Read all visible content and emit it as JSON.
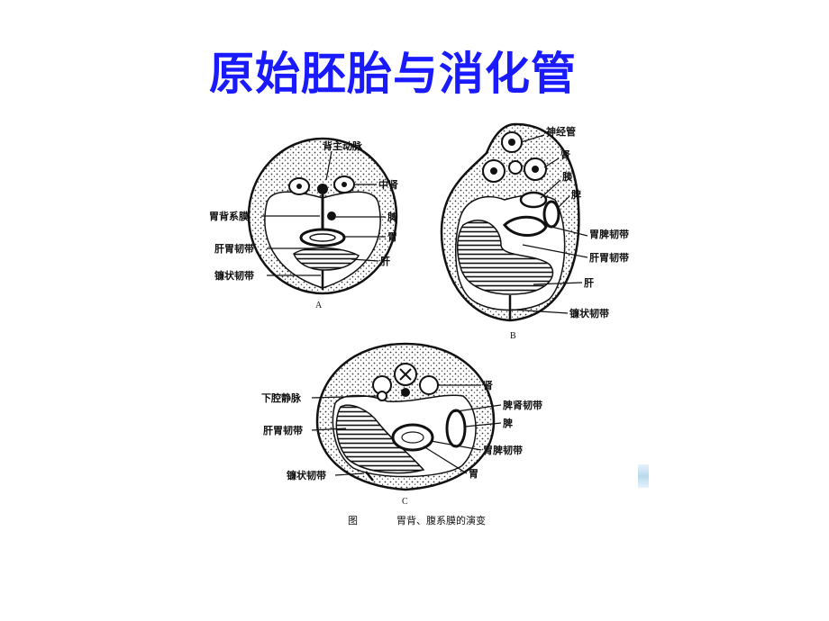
{
  "title": "原始胚胎与消化管",
  "panels": {
    "A": {
      "letter": "A",
      "labels": [
        "背主动脉",
        "中肾",
        "胃背系膜",
        "脾",
        "胃",
        "肝胃韧带",
        "肝",
        "镰状韧带"
      ]
    },
    "B": {
      "letter": "B",
      "labels": [
        "神经管",
        "肾",
        "胰",
        "脾",
        "胃脾韧带",
        "肝胃韧带",
        "肝",
        "镰状韧带"
      ]
    },
    "C": {
      "letter": "C",
      "labels": [
        "下腔静脉",
        "肾",
        "脾肾韧带",
        "肝胃韧带",
        "脾",
        "胃脾韧带",
        "镰状韧带",
        "胃"
      ]
    }
  },
  "caption": {
    "prefix": "图",
    "text": "胃背、腹系膜的演变"
  },
  "colors": {
    "title": "#1a1aff",
    "ink": "#111111",
    "background": "#ffffff"
  }
}
